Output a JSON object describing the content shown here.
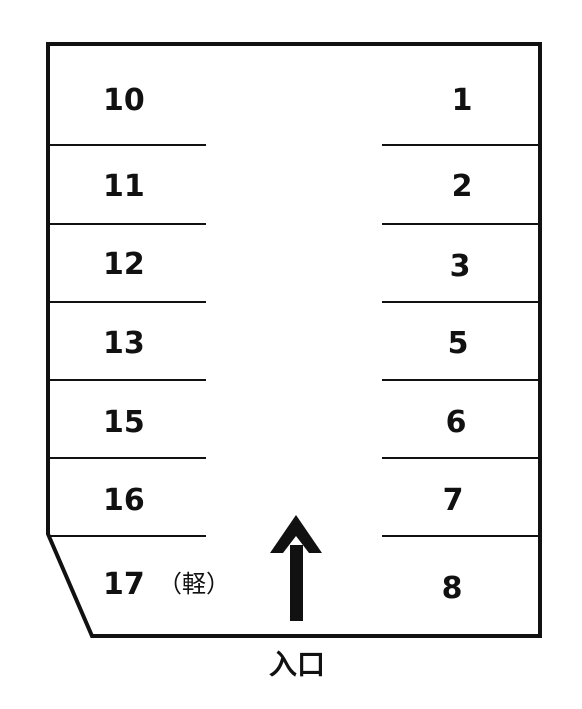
{
  "left_spaces": [
    {
      "number": "10"
    },
    {
      "number": "11"
    },
    {
      "number": "12"
    },
    {
      "number": "13"
    },
    {
      "number": "15"
    },
    {
      "number": "16"
    },
    {
      "number": "17",
      "note": "（軽）"
    }
  ],
  "right_spaces": [
    {
      "number": "1"
    },
    {
      "number": "2"
    },
    {
      "number": "3"
    },
    {
      "number": "5"
    },
    {
      "number": "6"
    },
    {
      "number": "7"
    },
    {
      "number": "8"
    }
  ],
  "entrance": {
    "label": "入口",
    "arrow_icon": "arrow-up-icon"
  },
  "colors": {
    "ink": "#111111",
    "background": "#ffffff"
  }
}
